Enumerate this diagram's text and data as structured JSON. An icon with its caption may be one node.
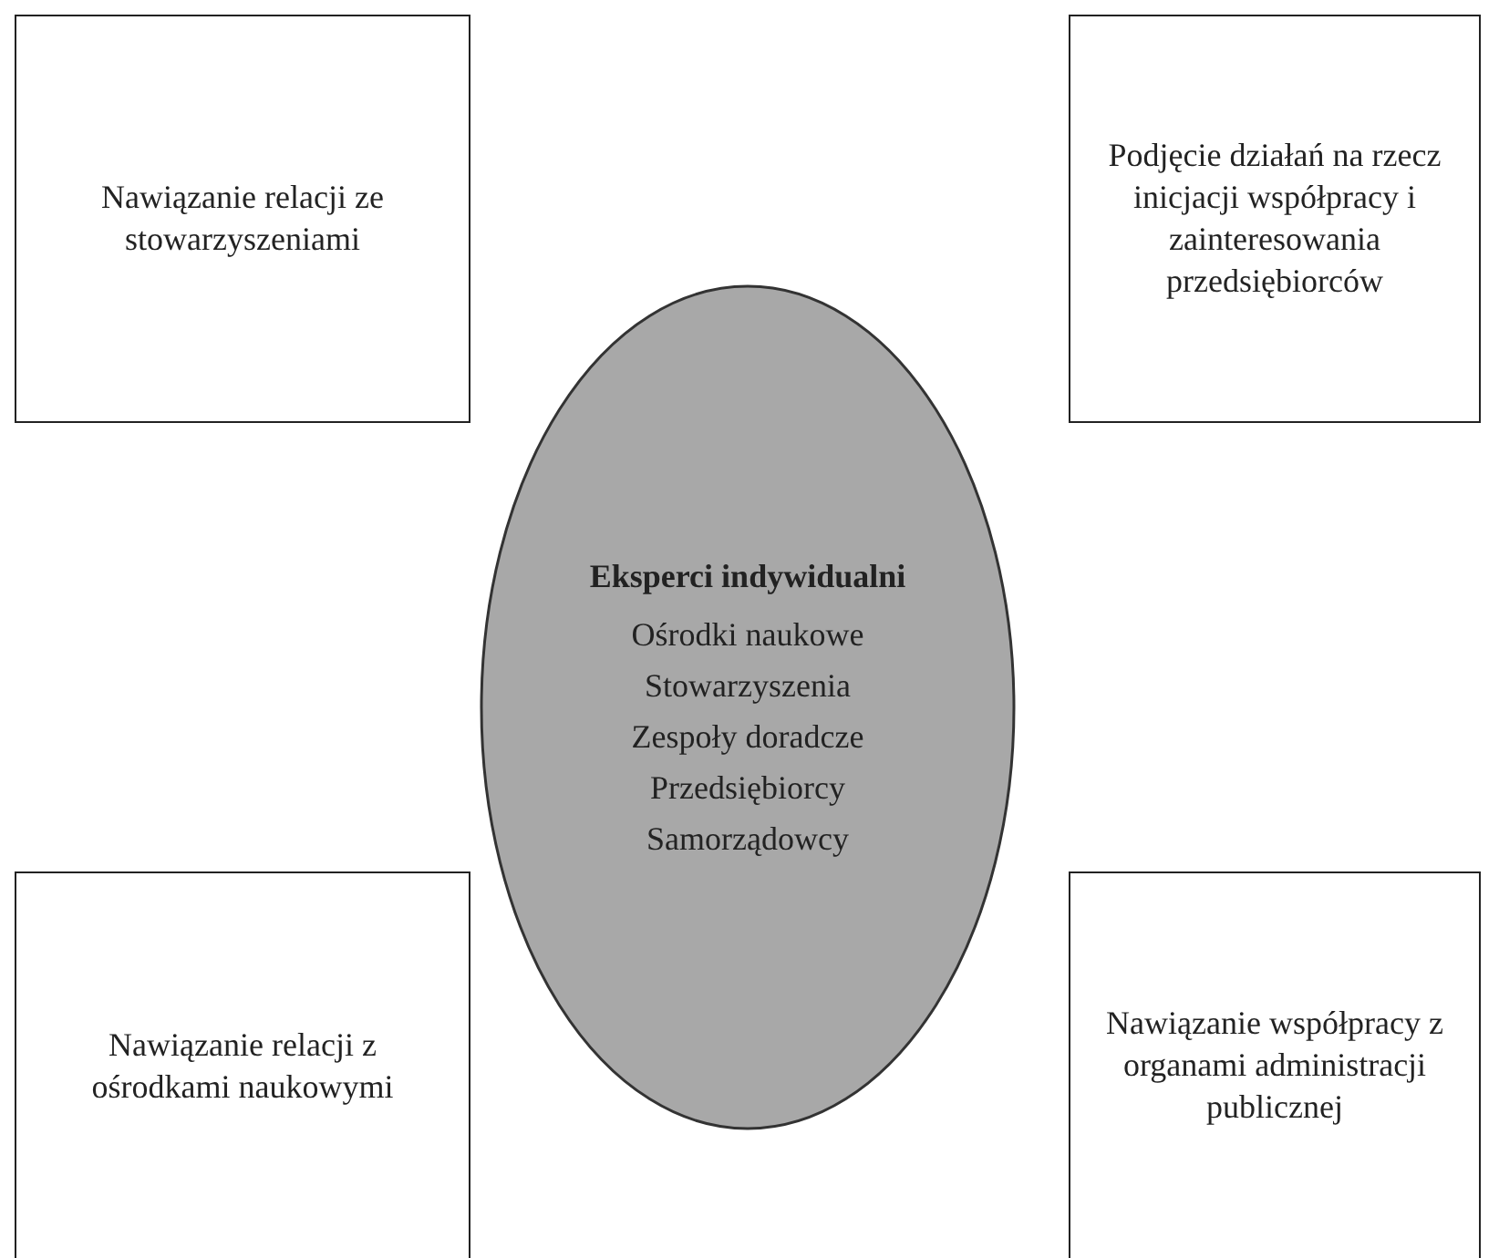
{
  "diagram": {
    "nodes": [
      {
        "text": [
          "Nawiązanie relacji ze stowarzyszeniami"
        ]
      },
      {
        "text": [
          "Podjęcie działań na rzecz inicjacji współpracy i zainteresowania przedsiębiorców"
        ]
      },
      {
        "text": [
          "Eksperci indywidualni",
          "Ośrodki naukowe",
          "Stowarzyszenia",
          "Zespoły doradcze",
          "Przedsiębiorcy",
          "Samorządowcy"
        ]
      },
      {
        "text": [
          "Nawiązanie relacji z ośrodkami naukowymi"
        ]
      },
      {
        "text": [
          "Nawiązanie współpracy z organami administracji publicznej"
        ]
      }
    ]
  }
}
